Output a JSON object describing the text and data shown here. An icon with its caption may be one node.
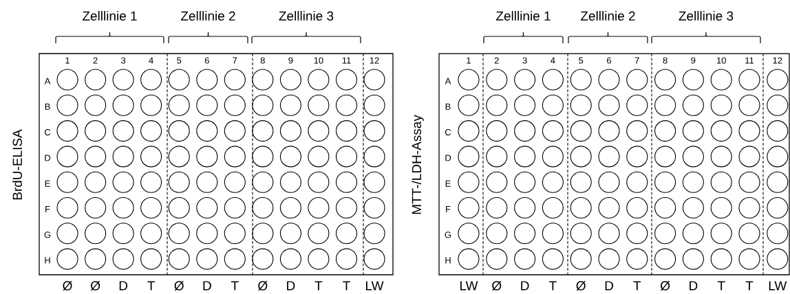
{
  "diagram": {
    "nodes": [
      {
        "text": [
          "BrdU-ELISA"
        ]
      },
      {
        "text": [
          "MTT-/LDH-Assay"
        ]
      }
    ],
    "labels": [
      "Zelllinie 1",
      "Zelllinie 2",
      "Zelllinie 3",
      "1",
      "2",
      "3",
      "4",
      "5",
      "6",
      "7",
      "8",
      "9",
      "10",
      "11",
      "12",
      "A",
      "B",
      "C",
      "D",
      "E",
      "F",
      "G",
      "H",
      "Ø",
      "Ø",
      "D",
      "T",
      "Ø",
      "D",
      "T",
      "Ø",
      "D",
      "T",
      "T",
      "LW",
      "Zelllinie 1",
      "Zelllinie 2",
      "Zelllinie 3",
      "1",
      "2",
      "3",
      "4",
      "5",
      "6",
      "7",
      "8",
      "9",
      "10",
      "11",
      "12",
      "A",
      "B",
      "C",
      "D",
      "E",
      "F",
      "G",
      "H",
      "LW",
      "Ø",
      "D",
      "T",
      "Ø",
      "D",
      "T",
      "Ø",
      "D",
      "T",
      "T",
      "LW"
    ]
  }
}
